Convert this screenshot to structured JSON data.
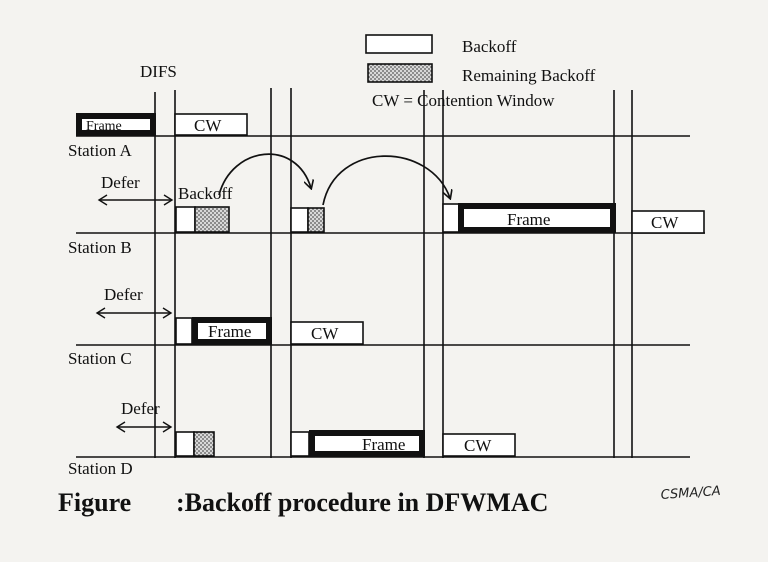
{
  "legend": {
    "backoff": "Backoff",
    "remaining_backoff": "Remaining Backoff",
    "cw_definition": "CW = Contention Window"
  },
  "difs_label": "DIFS",
  "stations": {
    "a": {
      "label": "Station A",
      "frame": "Frame",
      "cw": "CW"
    },
    "b": {
      "label": "Station B",
      "defer": "Defer",
      "backoff": "Backoff",
      "frame": "Frame",
      "cw": "CW"
    },
    "c": {
      "label": "Station C",
      "defer": "Defer",
      "frame": "Frame",
      "cw": "CW"
    },
    "d": {
      "label": "Station D",
      "defer": "Defer",
      "frame": "Frame",
      "cw": "CW"
    }
  },
  "caption": {
    "prefix": "Figure",
    "text": ":Backoff procedure in DFWMAC"
  },
  "handwritten_note": "CSMA/CA",
  "colors": {
    "ink": "#111111",
    "background": "#f4f3f0",
    "hatch": "#9a9a9a"
  }
}
